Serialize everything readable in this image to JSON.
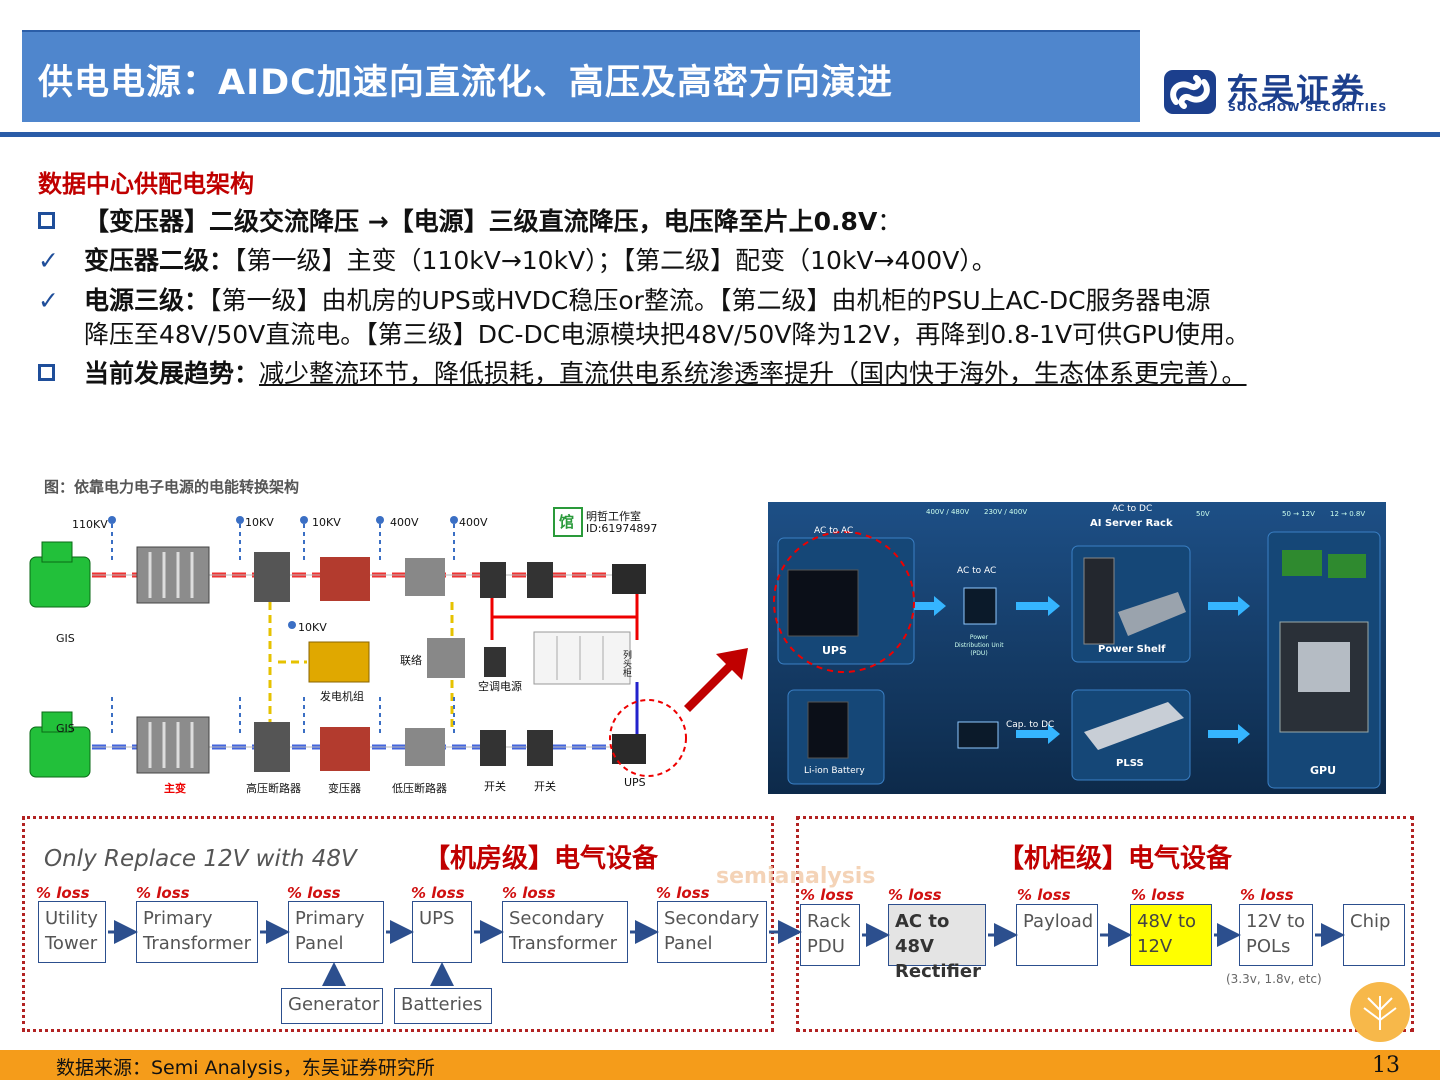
{
  "header": {
    "title": "供电电源：AIDC加速向直流化、高压及高密方向演进"
  },
  "logo": {
    "cn": "东吴证券",
    "en": "SOOCHOW SECURITIES"
  },
  "section": {
    "title": "数据中心供配电架构"
  },
  "bullets": {
    "b1": "【变压器】二级交流降压 →【电源】三级直流降压，电压降至片上0.8V",
    "b1_tail": "：",
    "b2_bold": "变压器二级：",
    "b2": "【第一级】主变（110kV→10kV）；【第二级】配变（10kV→400V）。",
    "b3_bold": "电源三级：",
    "b3": "【第一级】由机房的UPS或HVDC稳压or整流。【第二级】由机柜的PSU上AC-DC服务器电源",
    "b3_cont": "降压至48V/50V直流电。【第三级】DC-DC电源模块把48V/50V降为12V，再降到0.8-1V可供GPU使用。",
    "b4_bold": "当前发展趋势：",
    "b4": "减少整流环节，降低损耗，直流供电系统渗透率提升（国内快于海外，生态体系更完善）。",
    "check": "✓"
  },
  "figure": {
    "caption": "图：依靠电力电子电源的电能转换架构"
  },
  "left_diagram": {
    "voltages": [
      "110KV",
      "10KV",
      "10KV",
      "400V",
      "400V"
    ],
    "volt_10kv_gen": "10KV",
    "gis_top": "GIS",
    "gis_bottom": "GIS",
    "labels": {
      "main": "主变",
      "hv": "高压断路器",
      "trans": "变压器",
      "lv": "低压断路器",
      "sw1": "开关",
      "sw2": "开关",
      "ups": "UPS",
      "gen": "发电机组",
      "tie": "联络",
      "ac": "空调电源",
      "sb": "列头柜"
    },
    "watermark_a": "明哲工作室",
    "watermark_b": "ID:61974897",
    "seal": "馆"
  },
  "right_diagram": {
    "ac_to_ac": "AC to AC",
    "ups": "UPS",
    "ac_to_ac2": "AC to AC",
    "pdu": "Power Distribution Unit (PDU)",
    "ac_to_dc": "AC to DC",
    "rack": "AI Server Rack",
    "shelf": "Power Shelf",
    "cap": "Cap. to DC",
    "plss": "PLSS",
    "battery": "Li-ion Battery",
    "gpu": "GPU",
    "v1": "400V / 480V",
    "v2": "230V / 400V",
    "v3": "50V",
    "v4": "50 → 12V",
    "v5": "12 → 0.8V"
  },
  "bottom": {
    "subtitle": "Only Replace 12V with 48V",
    "room_title": "【机房级】电气设备",
    "rack_title": "【机柜级】电气设备",
    "watermark": "semianalysis",
    "loss": "% loss",
    "room_nodes": [
      {
        "l1": "Utility",
        "l2": "Tower"
      },
      {
        "l1": "Primary",
        "l2": "Transformer"
      },
      {
        "l1": "Primary",
        "l2": "Panel"
      },
      {
        "l1": "UPS",
        "l2": ""
      },
      {
        "l1": "Secondary",
        "l2": "Transformer"
      },
      {
        "l1": "Secondary",
        "l2": "Panel"
      }
    ],
    "gen": "Generator",
    "bat": "Batteries",
    "rack_nodes": [
      {
        "l1": "Rack",
        "l2": "PDU"
      },
      {
        "l1": "AC to 48V",
        "l2": "Rectifier"
      },
      {
        "l1": "Payload",
        "l2": ""
      },
      {
        "l1": "48V to",
        "l2": "12V"
      },
      {
        "l1": "12V to",
        "l2": "POLs"
      },
      {
        "l1": "Chip",
        "l2": ""
      }
    ],
    "pol_note": "(3.3v, 1.8v, etc)"
  },
  "footer": {
    "source": "数据来源：Semi Analysis，东吴证券研究所",
    "page": "13"
  },
  "colors": {
    "accent": "#4f86cd",
    "brand": "#1c3f8d",
    "red": "#c00000",
    "footer": "#f59c1a"
  }
}
